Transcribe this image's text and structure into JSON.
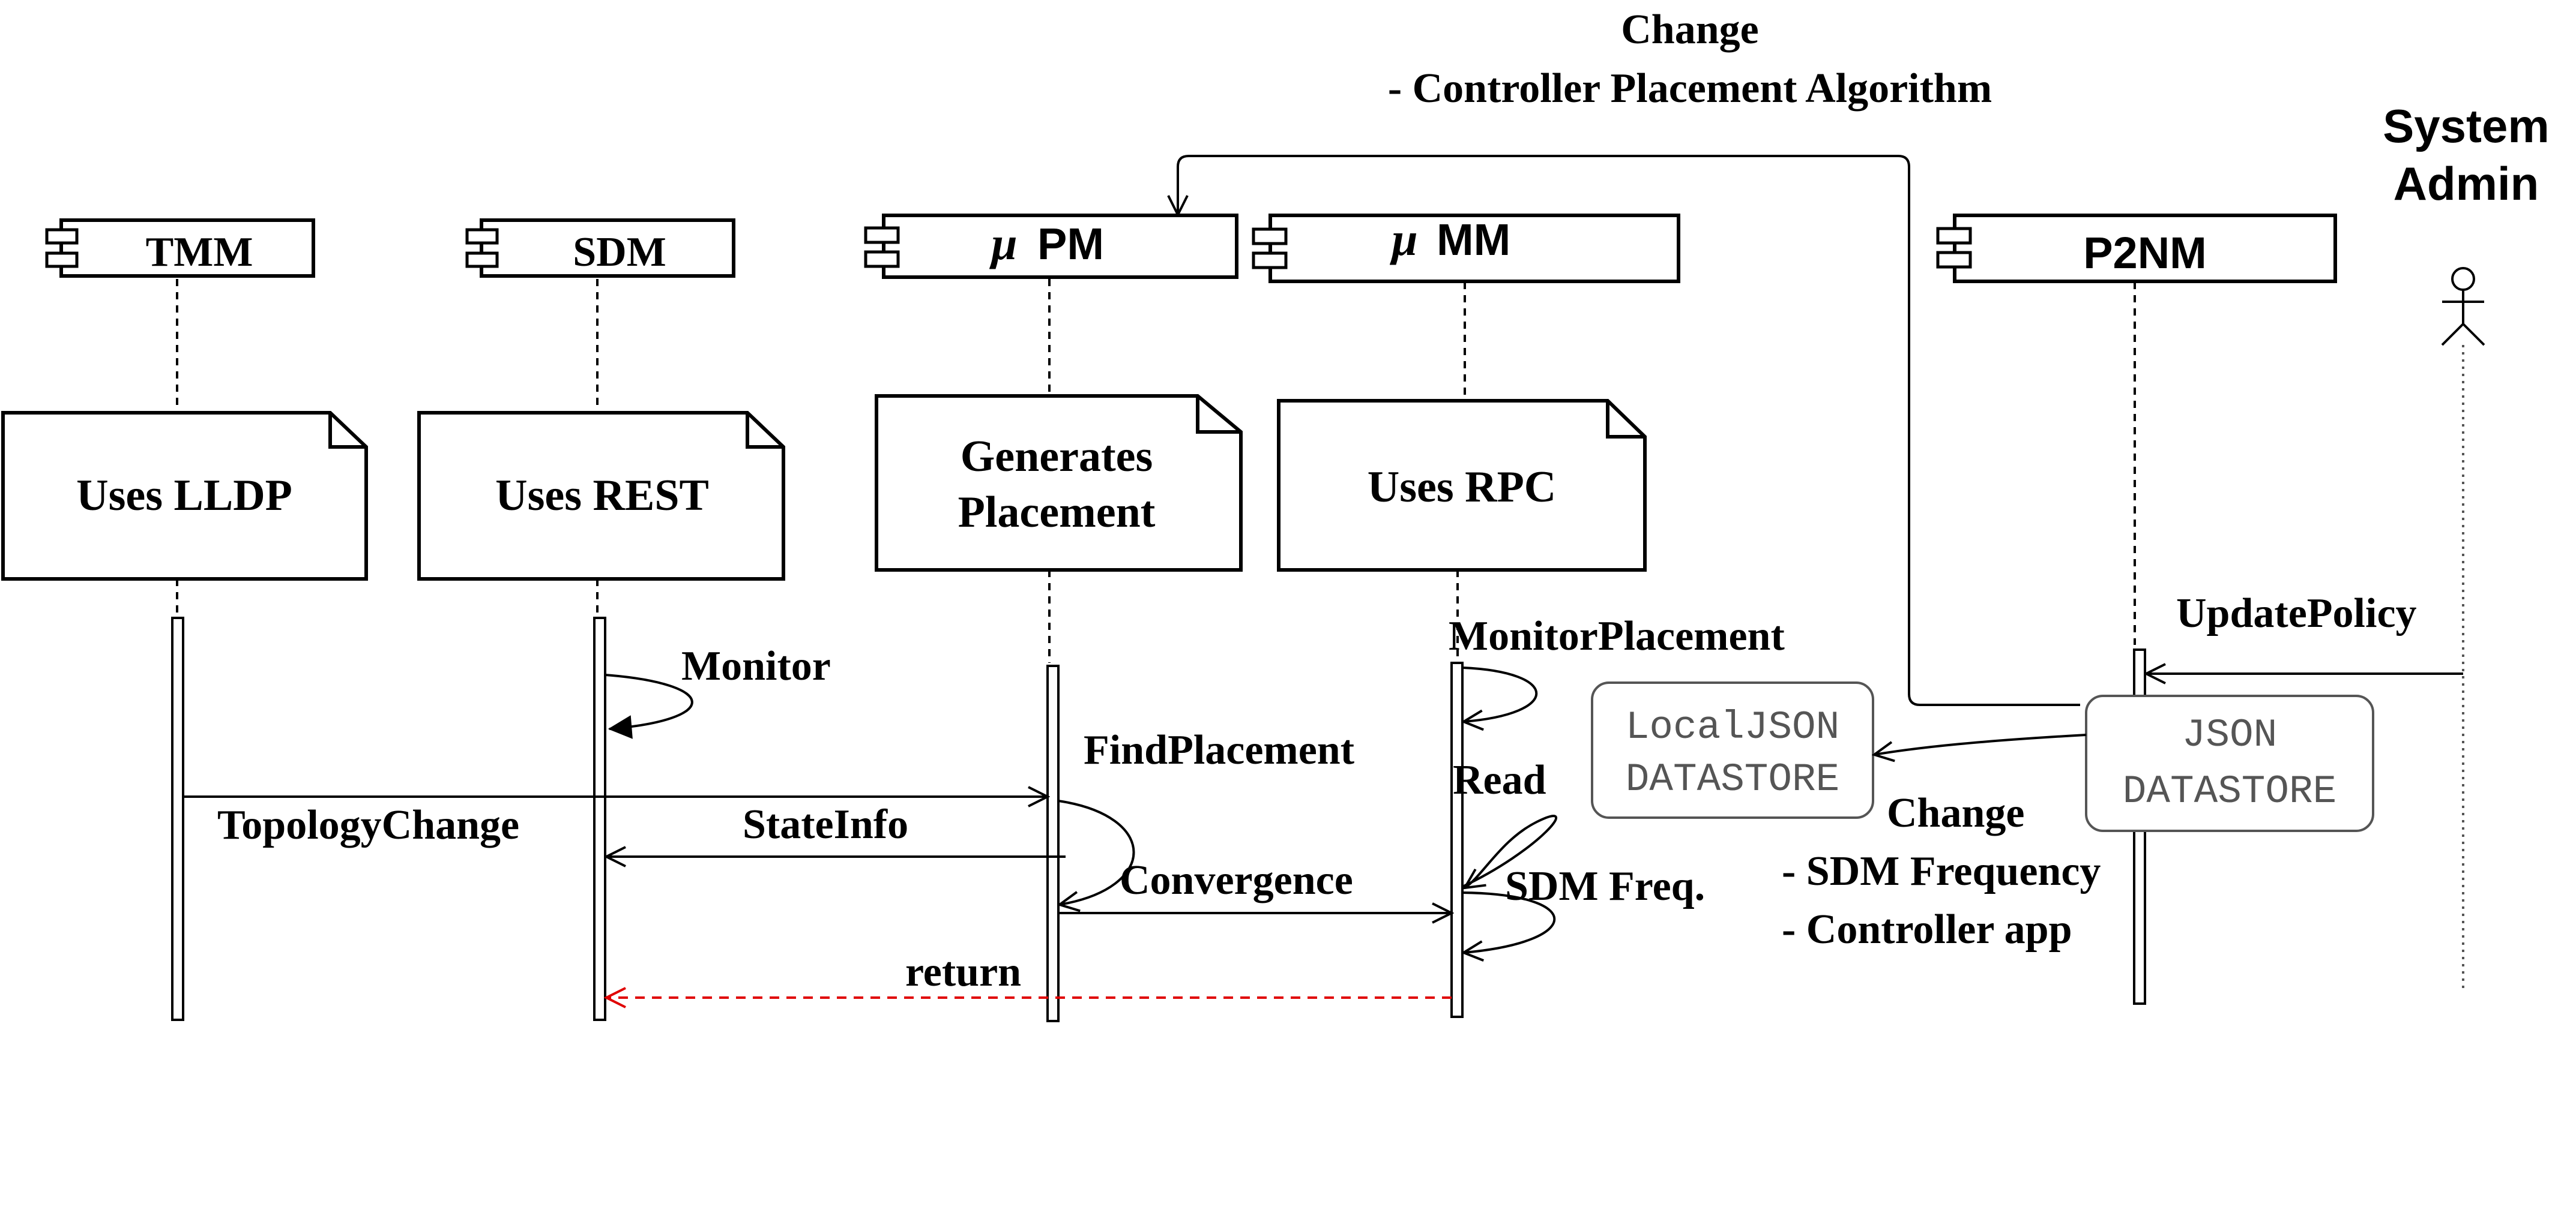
{
  "components": {
    "tmm": "TMM",
    "sdm": "SDM",
    "upm": "PM",
    "umm": "MM",
    "p2nm": "P2NM",
    "mu": "μ"
  },
  "actor": {
    "line1": "System",
    "line2": "Admin"
  },
  "notes": {
    "tmm": "Uses LLDP",
    "sdm": "Uses REST",
    "upm_line1": "Generates",
    "upm_line2": "Placement",
    "umm": "Uses RPC"
  },
  "messages": {
    "monitor": "Monitor",
    "find_placement": "FindPlacement",
    "topology_change": "TopologyChange",
    "state_info": "StateInfo",
    "convergence": "Convergence",
    "return": "return",
    "monitor_placement": "MonitorPlacement",
    "read": "Read",
    "sdm_freq": "SDM Freq.",
    "update_policy": "UpdatePolicy"
  },
  "datastores": {
    "local_line1": "LocalJSON",
    "local_line2": "DATASTORE",
    "json_line1": "JSON",
    "json_line2": "DATASTORE"
  },
  "annotations": {
    "top_line1": "Change",
    "top_line2": "- Controller Placement Algorithm",
    "right_line1": "Change",
    "right_line2": "- SDM Frequency",
    "right_line3": "- Controller app"
  },
  "colors": {
    "return_arrow": "#e00000",
    "datastore_text": "#555555"
  }
}
